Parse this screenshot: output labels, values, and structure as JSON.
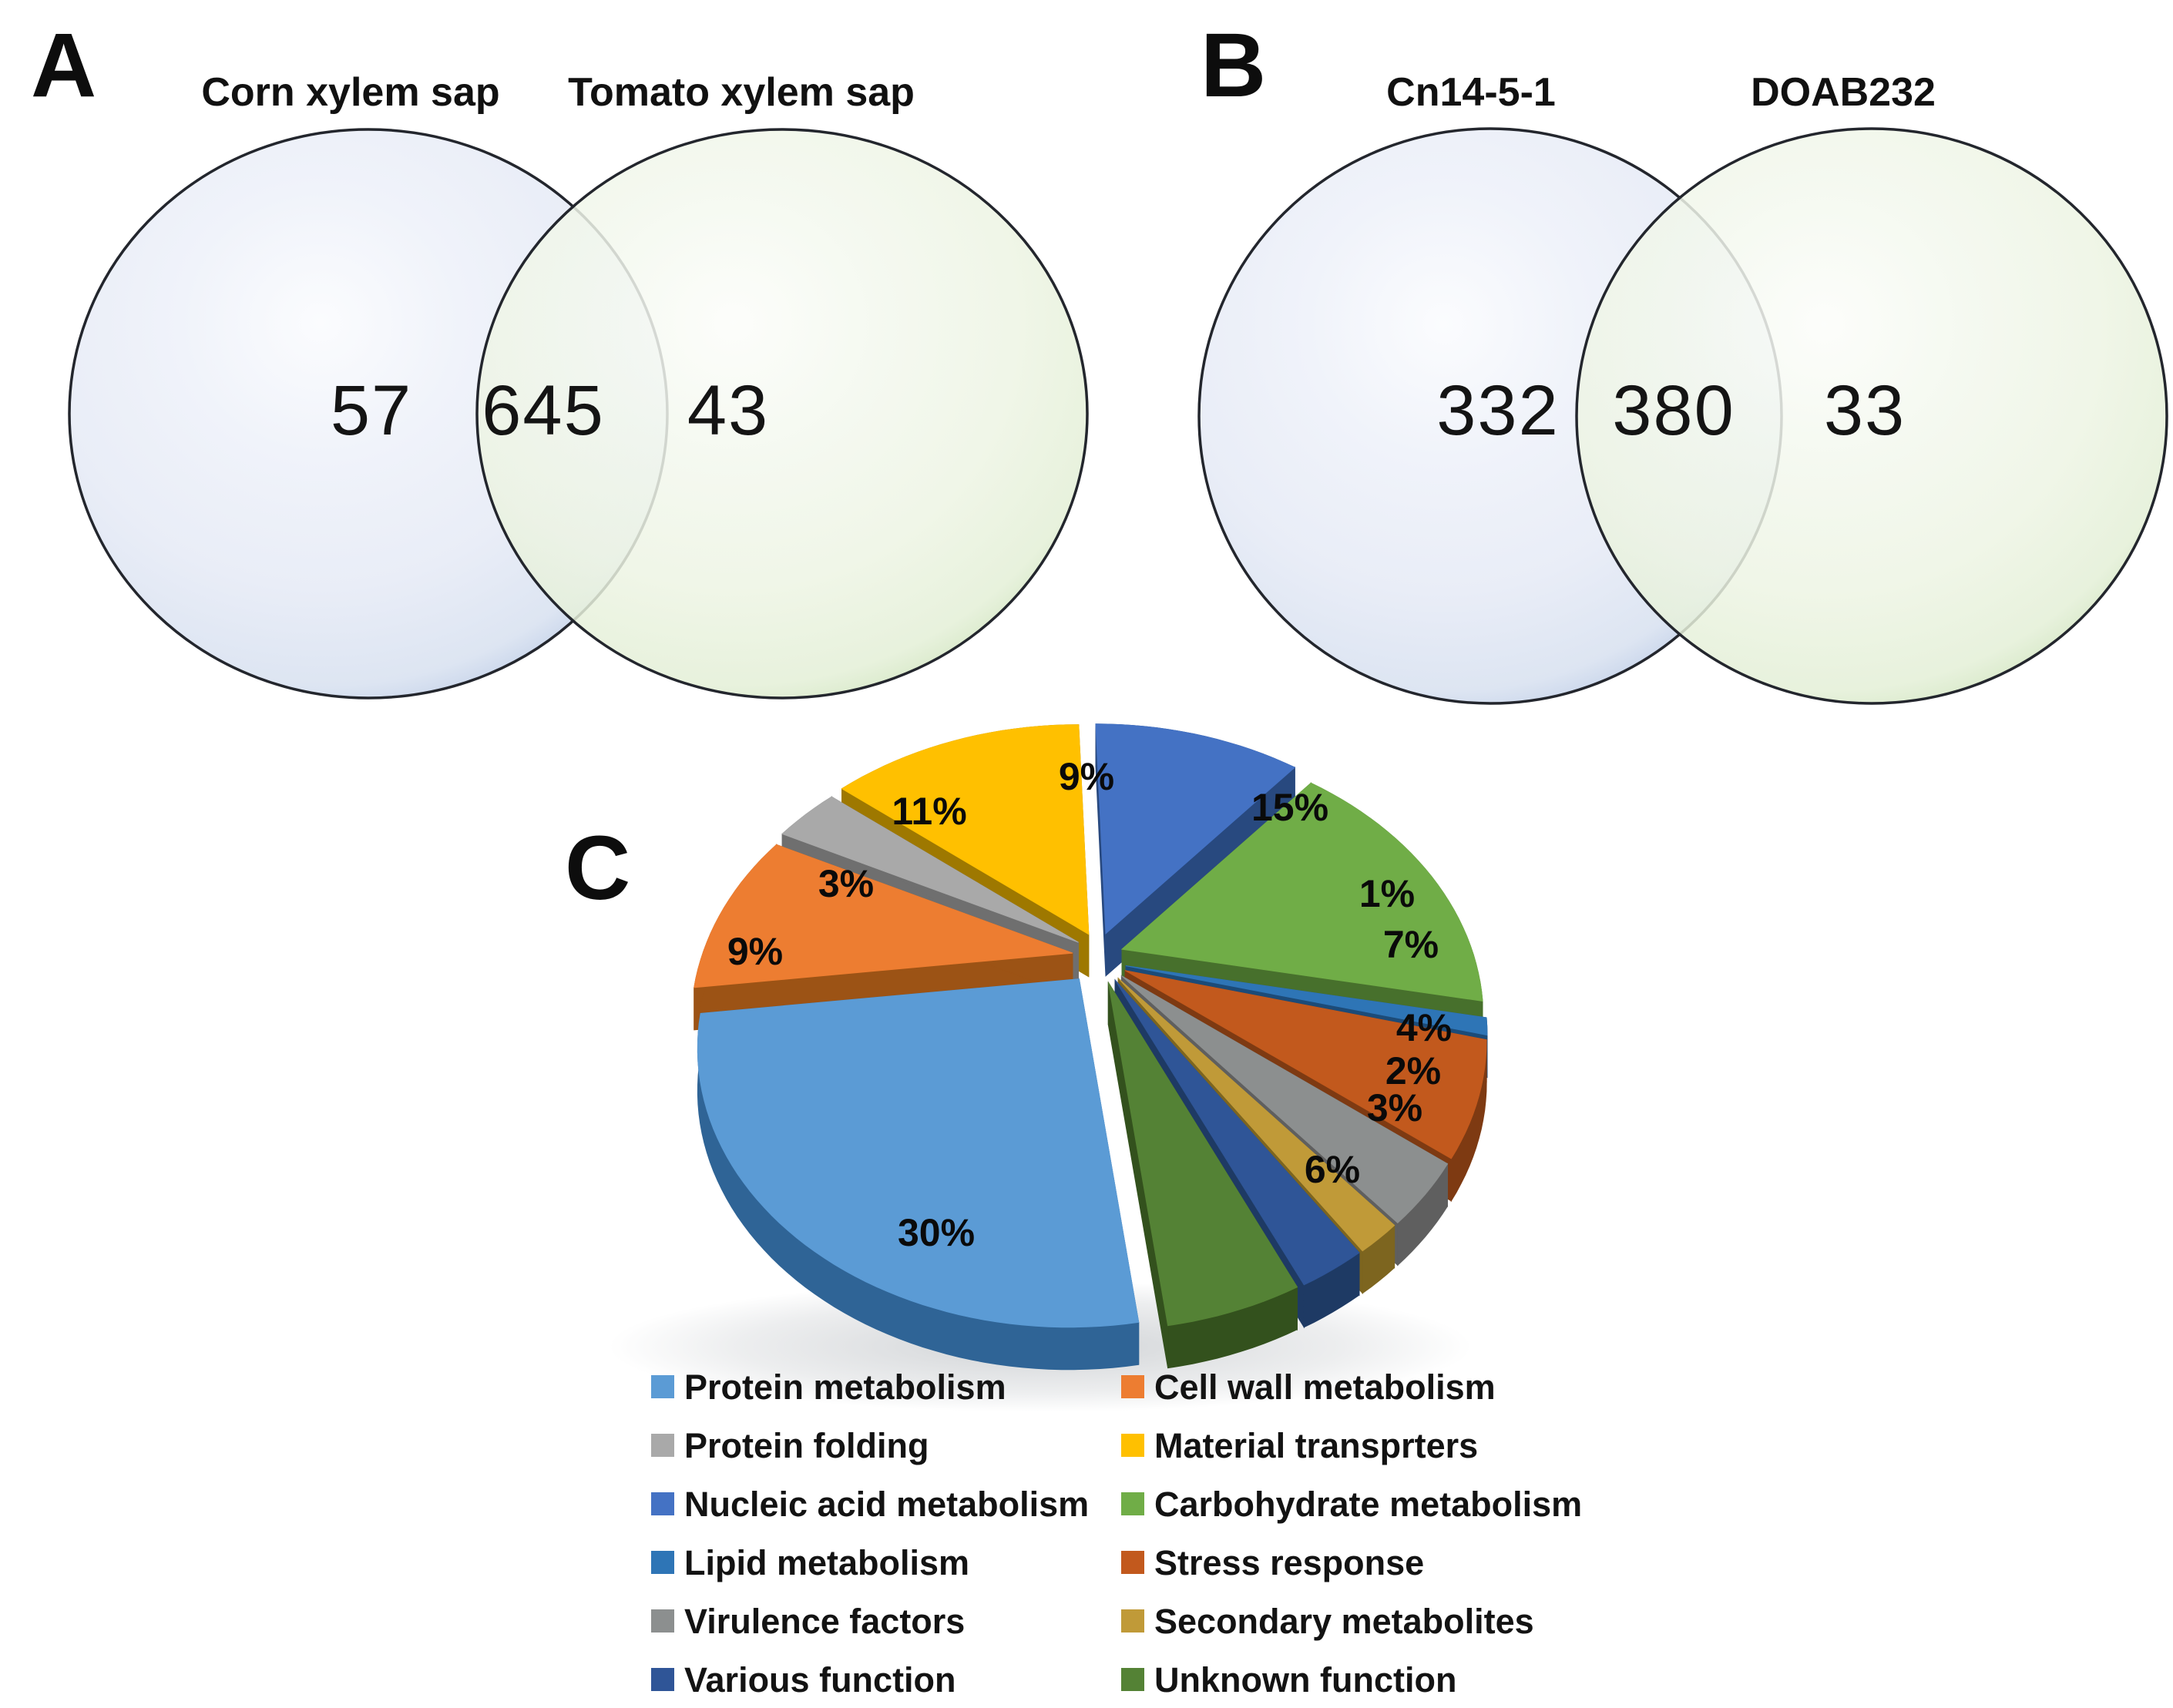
{
  "figure": {
    "panels": {
      "a": {
        "label": "A",
        "left_title": "Corn xylem sap",
        "right_title": "Tomato xylem sap",
        "left_count": "57",
        "overlap_count": "645",
        "right_count": "43"
      },
      "b": {
        "label": "B",
        "left_title": "Cn14-5-1",
        "right_title": "DOAB232",
        "left_count": "332",
        "overlap_count": "380",
        "right_count": "33"
      },
      "c": {
        "label": "C"
      }
    },
    "venn_colors": {
      "left_fill": "#E9EDF7",
      "left_rim": "#7C97C4",
      "right_fill": "#EDF4E1",
      "right_rim": "#86B566"
    }
  },
  "chart_data": {
    "type": "pie",
    "style": "3d-exploded",
    "unit": "percent",
    "start_at": "Nucleic acid metabolism",
    "direction": "clockwise",
    "legend_position": "bottom",
    "label_format": "percent",
    "slices": [
      {
        "label": "Protein metabolism",
        "value": 30,
        "color": "#5B9BD5",
        "side": "#2F6496"
      },
      {
        "label": "Cell wall metabolism",
        "value": 9,
        "color": "#ED7D31",
        "side": "#9C5315"
      },
      {
        "label": "Protein folding",
        "value": 3,
        "color": "#A9A9A9",
        "side": "#6F6F6F"
      },
      {
        "label": "Material transprters",
        "value": 11,
        "color": "#FFC000",
        "side": "#9E7800"
      },
      {
        "label": "Nucleic acid metabolism",
        "value": 9,
        "color": "#4472C4",
        "side": "#28497F"
      },
      {
        "label": "Carbohydrate metabolism",
        "value": 15,
        "color": "#70AD47",
        "side": "#47702C"
      },
      {
        "label": "Lipid metabolism",
        "value": 1,
        "color": "#2E75B6",
        "side": "#1C4B78"
      },
      {
        "label": "Stress response",
        "value": 7,
        "color": "#C2591D",
        "side": "#7E3A12"
      },
      {
        "label": "Virulence factors",
        "value": 4,
        "color": "#8C8F8F",
        "side": "#5F5F5F"
      },
      {
        "label": "Secondary metabolites",
        "value": 2,
        "color": "#C09A38",
        "side": "#7D651F"
      },
      {
        "label": "Various function",
        "value": 3,
        "color": "#2F5597",
        "side": "#1E3A64"
      },
      {
        "label": "Unknown function",
        "value": 6,
        "color": "#548235",
        "side": "#33511D"
      }
    ]
  }
}
